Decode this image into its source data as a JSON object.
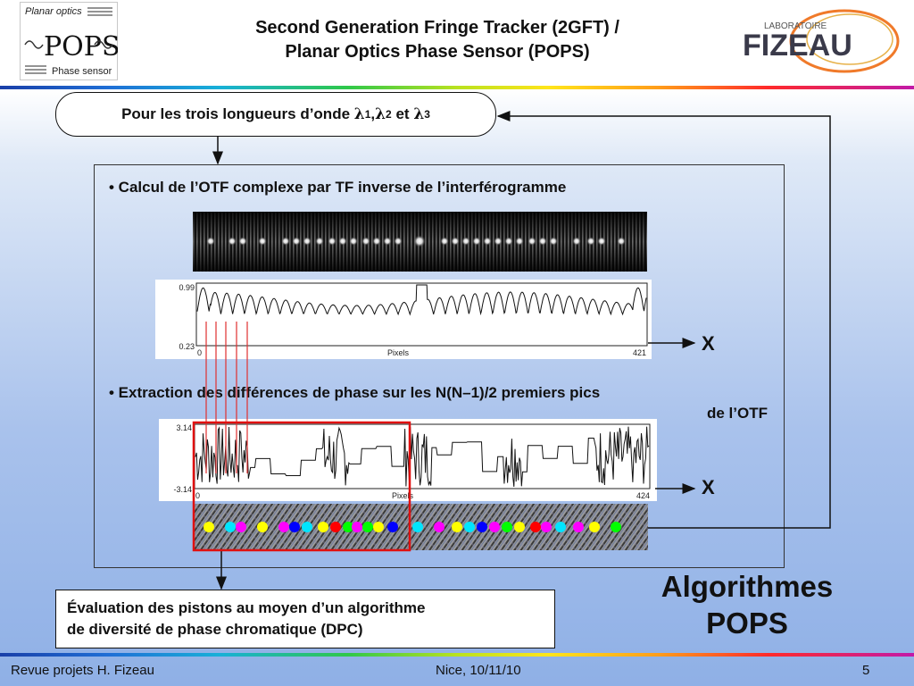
{
  "header": {
    "title_line1": "Second Generation Fringe Tracker (2GFT) /",
    "title_line2": "Planar Optics Phase Sensor (POPS)",
    "logo_left": {
      "top_text": "Planar optics",
      "mark": "POPS",
      "bottom_text": "Phase sensor"
    },
    "logo_right": {
      "small_text": "LABORATOIRE",
      "mark": "FIZEAU"
    }
  },
  "wavelength_box": {
    "prefix": "Pour les trois longueurs d’onde ",
    "lambda": "λ",
    "sub1": "1",
    "sep1": ", ",
    "sub2": "2",
    "conj": " et ",
    "sub3": "3"
  },
  "bullets": {
    "b1": "• Calcul de l’OTF complexe par TF inverse de l’interférogramme",
    "b2_line1": "• Extraction des différences de phase sur les N(N–1)/2 premiers pics",
    "b2_line2": "de l’OTF"
  },
  "otf_plot": {
    "y_max": "0.99",
    "y_min": "0.23",
    "x_min": "0",
    "x_max": "421",
    "x_label": "Pixels"
  },
  "phase_plot": {
    "y_max": "3.14",
    "y_min": "-3.14",
    "x_min": "0",
    "x_max": "424",
    "x_label": "Pixels"
  },
  "multiply_symbol": "X",
  "result_box": {
    "line1": "Évaluation des pistons au moyen d’un algorithme",
    "line2": "de diversité de phase chromatique (DPC)"
  },
  "algo_label": {
    "line1": "Algorithmes",
    "line2": "POPS"
  },
  "footer": {
    "left": "Revue projets H. Fizeau",
    "center": "Nice, 10/11/10",
    "page": "5"
  },
  "colors": {
    "highlight_red": "#e01010",
    "connector_line": "#e03030",
    "arrow": "#111111"
  },
  "strip_dot_colors": [
    "#ffff00",
    "#00e5ff",
    "#ff00ff",
    "#ffff00",
    "#ff00ff",
    "#0000ff",
    "#00e5ff",
    "#ffff00",
    "#ff0000",
    "#00ff00",
    "#ff00ff",
    "#00ff00",
    "#ffff00",
    "#0000ff",
    "#00e5ff",
    "#ff00ff",
    "#ffff00",
    "#00e5ff",
    "#0000ff",
    "#ff00ff",
    "#00ff00",
    "#ffff00",
    "#ff0000",
    "#ff00ff",
    "#00e5ff",
    "#ff00ff",
    "#ffff00",
    "#00ff00"
  ]
}
